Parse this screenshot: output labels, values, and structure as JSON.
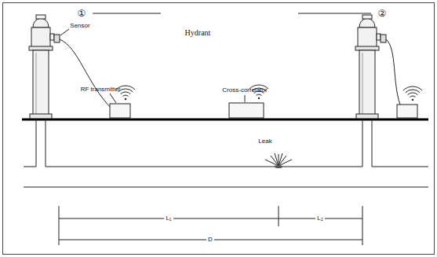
{
  "diagram": {
    "labels": [
      "①",
      "Hydrant",
      "②",
      "Sensor",
      "RF transmitter",
      "Cross-correlator",
      "Leak",
      "L₁",
      "L₂",
      "D"
    ]
  }
}
